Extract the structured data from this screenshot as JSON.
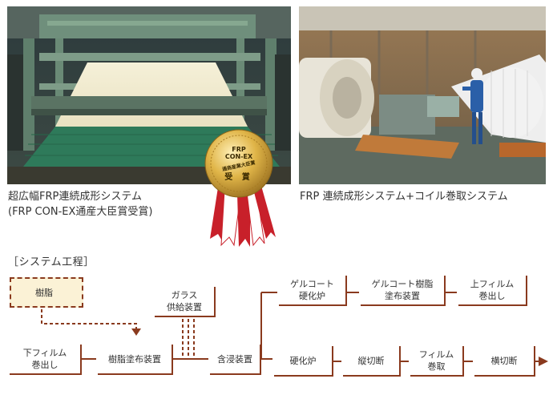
{
  "photos": {
    "left": {
      "caption_line1": "超広幅FRP連続成形システム",
      "caption_line2": "(FRP CON-EX通産大臣賞受賞)"
    },
    "right": {
      "caption": "FRP 連続成形システム+コイル巻取システム"
    }
  },
  "award": {
    "line1": "FRP",
    "line2": "CON-EX",
    "line3": "通商産業大臣賞",
    "line4": "受 賞"
  },
  "process": {
    "title": "［システム工程］",
    "boxes": {
      "resin": "樹脂",
      "glass": "ガラス\n供給装置",
      "bottom_film": "下フィルム\n巻出し",
      "resin_coater": "樹脂塗布装置",
      "impregnation": "含浸装置",
      "gelcoat_furnace": "ゲルコート\n硬化炉",
      "gelcoat_coater": "ゲルコート樹脂\n塗布装置",
      "top_film": "上フィルム\n巻出し",
      "curing_furnace": "硬化炉",
      "longitudinal_cut": "縦切断",
      "film_winding": "フィルム\n巻取",
      "cross_cut": "横切断"
    }
  },
  "colors": {
    "accent": "#8a3a1e",
    "resin_fill": "#fbf2d6",
    "award_gold": "#d4a93a",
    "ribbon_red": "#c8202a"
  }
}
